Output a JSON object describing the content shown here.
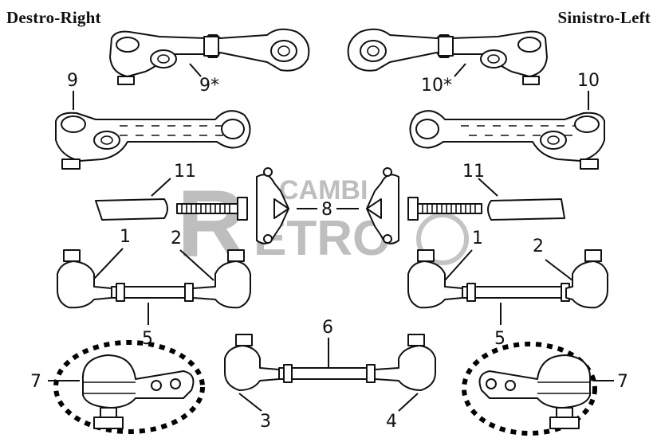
{
  "header": {
    "right_label": "Destro-Right",
    "left_label": "Sinistro-Left"
  },
  "watermark": {
    "big_letter": "R",
    "top_word": "CAMBI",
    "bottom_word": "ETRO",
    "color": "#8a8a8a"
  },
  "callouts": {
    "n9star": "9*",
    "n10star": "10*",
    "n9": "9",
    "n10": "10",
    "n11a": "11",
    "n11b": "11",
    "n8": "8",
    "n1a": "1",
    "n2a": "2",
    "n1b": "1",
    "n2b": "2",
    "n5a": "5",
    "n5b": "5",
    "n6": "6",
    "n7a": "7",
    "n7b": "7",
    "n3": "3",
    "n4": "4"
  },
  "colors": {
    "ink": "#111111",
    "paper": "#ffffff"
  }
}
